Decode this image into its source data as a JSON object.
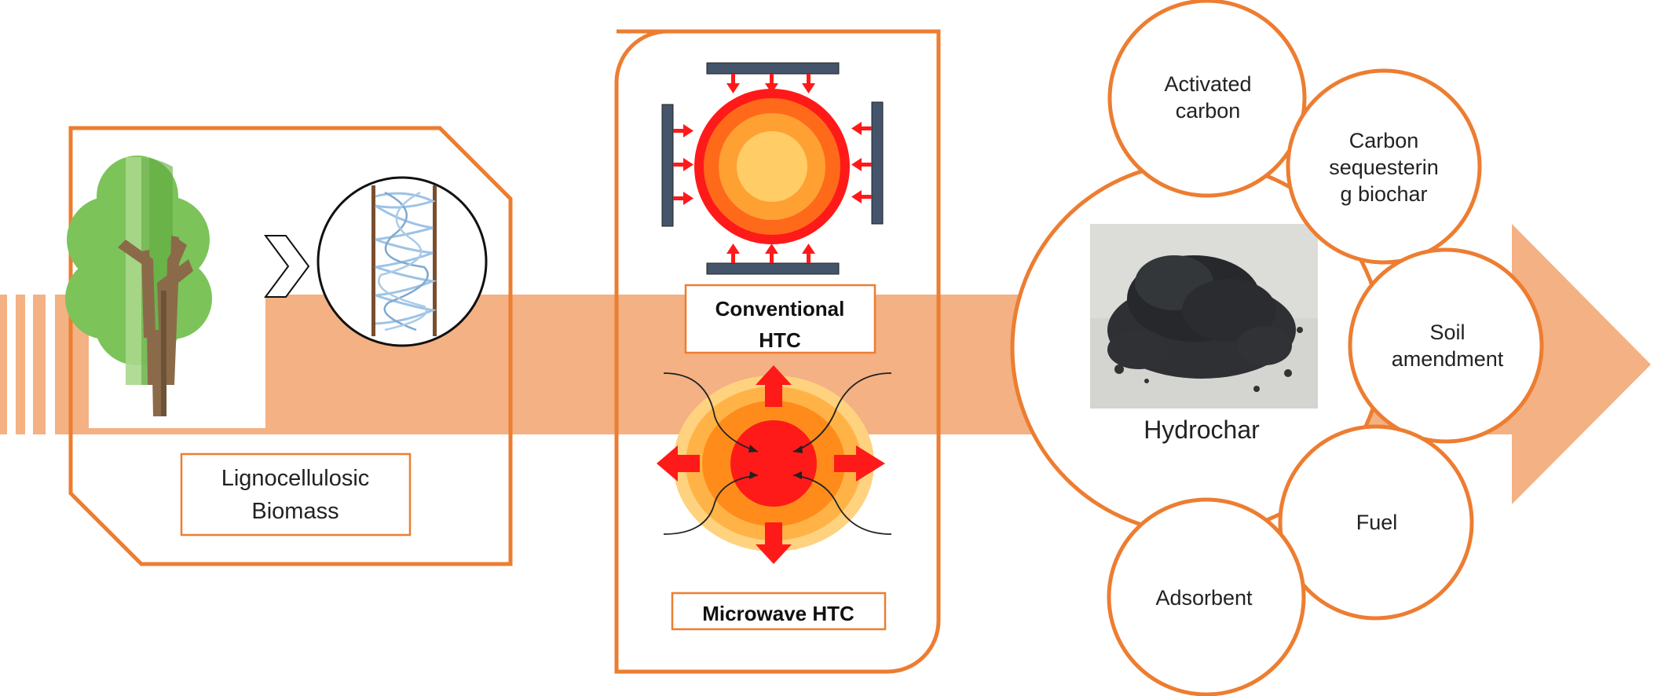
{
  "colors": {
    "orange": "#ED7D31",
    "band": "#F4B183",
    "hot_red": "#FF1A1A",
    "plate": "#44546A",
    "tree_green": "#7CC35A",
    "trunk_brown": "#8B6A4A"
  },
  "biomass": {
    "label_line1": "Lignocellulosic",
    "label_line2": "Biomass",
    "icons": [
      "tree-icon",
      "chevron-right-icon",
      "fiber-icon"
    ]
  },
  "htc": {
    "conventional_line1": "Conventional",
    "conventional_line2": "HTC",
    "microwave": "Microwave HTC",
    "icons": [
      "conventional-heating-icon",
      "microwave-heating-icon"
    ]
  },
  "hydrochar": {
    "label": "Hydrochar",
    "icons": [
      "hydrochar-photo"
    ]
  },
  "applications": [
    {
      "lines": [
        "Activated",
        "carbon"
      ]
    },
    {
      "lines": [
        "Carbon",
        "sequesterin",
        "g biochar"
      ]
    },
    {
      "lines": [
        "Soil",
        "amendment"
      ]
    },
    {
      "lines": [
        "Fuel"
      ]
    },
    {
      "lines": [
        "Adsorbent"
      ]
    }
  ]
}
